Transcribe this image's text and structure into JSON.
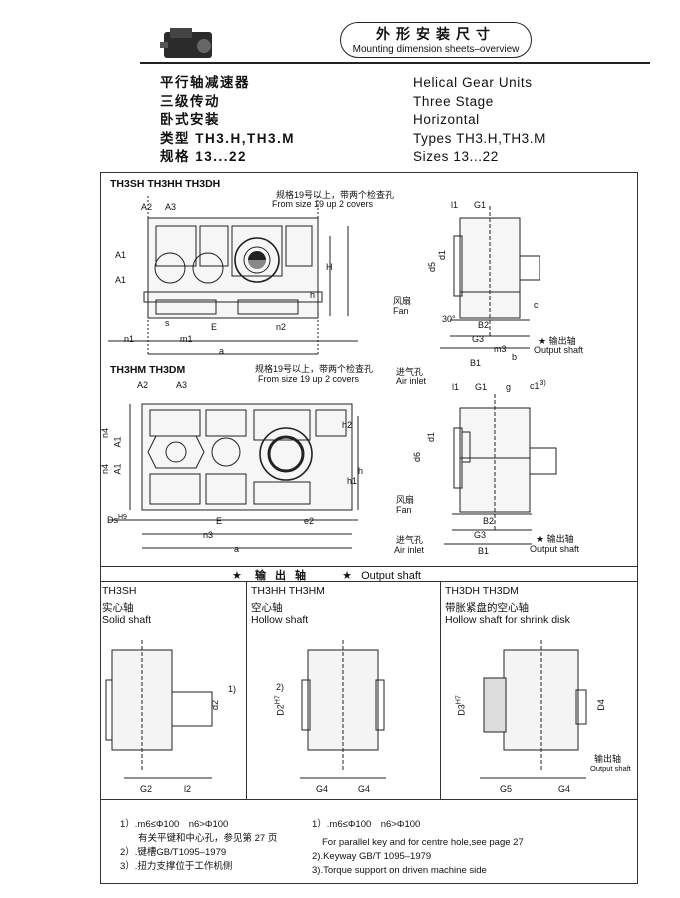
{
  "header": {
    "title_cn": "外形安装尺寸",
    "title_en": "Mounting dimension sheets–overview"
  },
  "spec_cn": [
    "平行轴减速器",
    "三级传动",
    "卧式安装",
    "类型 TH3.H,TH3.M",
    "规格 13...22"
  ],
  "spec_en": [
    "Helical Gear Units",
    "Three Stage",
    "Horizontal",
    "Types TH3.H,TH3.M",
    "Sizes 13...22"
  ],
  "top_section": {
    "title": "TH3SH TH3HH TH3DH",
    "cover_cn": "规格19号以上，带两个检查孔",
    "cover_en": "From size 19 up 2 covers",
    "fan_cn": "风扇",
    "fan_en": "Fan",
    "output_shaft_cn": "输出轴",
    "output_shaft_en": "Output shaft",
    "dims": {
      "a2": "A2",
      "a3": "A3",
      "a1": "A1",
      "a": "a",
      "e": "E",
      "n1": "n1",
      "m1": "m1",
      "n2": "n2",
      "s": "s",
      "h": "h",
      "H": "H",
      "l1": "l1",
      "g1": "G1",
      "d1": "d1",
      "d5": "d5",
      "deg": "30°",
      "b2": "B2",
      "g3": "G3",
      "m3": "m3",
      "b1": "B1",
      "b": "b",
      "c": "c"
    }
  },
  "mid_section": {
    "title": "TH3HM TH3DM",
    "cover_cn": "规格19号以上，带两个检查孔",
    "cover_en": "From size 19 up 2 covers",
    "air_inlet_cn": "进气孔",
    "air_inlet_en": "Air inlet",
    "fan_cn": "风扇",
    "fan_en": "Fan",
    "output_shaft_cn": "输出轴",
    "output_shaft_en": "Output shaft",
    "dims": {
      "a2": "A2",
      "a3": "A3",
      "n4": "n4",
      "a1": "A1",
      "ds": "Ds",
      "h9": "H9",
      "e": "E",
      "e2": "e2",
      "n3": "n3",
      "a": "a",
      "h": "h",
      "h1": "h1",
      "h2": "h2",
      "l1": "l1",
      "g1": "G1",
      "g": "g",
      "c1": "c1",
      "note": "3)",
      "d1": "d1",
      "d6": "d6",
      "b2": "B2",
      "g3": "G3",
      "b1": "B1"
    },
    "air_inlet_top_cn": "进气孔",
    "air_inlet_top_en": "Air inlet"
  },
  "output_banner": {
    "star": "★",
    "cn": "输 出 轴",
    "en": "Output shaft"
  },
  "shafts": [
    {
      "code": "TH3SH",
      "cn": "实心轴",
      "en": "Solid shaft",
      "dim_a": "G2",
      "dim_b": "l2",
      "dim_d": "d2",
      "note": "1)"
    },
    {
      "code": "TH3HH TH3HM",
      "cn": "空心轴",
      "en": "Hollow shaft",
      "dim_a": "G4",
      "dim_b": "G4",
      "dim_d": "D2",
      "tol": "H7",
      "note": "2)"
    },
    {
      "code": "TH3DH TH3DM",
      "cn": "带胀紧盘的空心轴",
      "en": "Hollow shaft for shrink disk",
      "dim_a": "G5",
      "dim_b": "G4",
      "dim_d": "D3",
      "tol": "H7",
      "dim_d4": "D4",
      "out_cn": "输出轴",
      "out_en": "Output shaft"
    }
  ],
  "notes_cn": [
    "1）.m6≤Φ100　n6>Φ100",
    "有关平键和中心孔，参见第 27 页",
    "2）.键槽GB/T1095–1979",
    "3）.扭力支撑位于工作机侧"
  ],
  "notes_en": [
    "1）.m6≤Φ100　n6>Φ100",
    "For parallel key and for centre hole,see page 27",
    "2).Keyway GB/T 1095–1979",
    "3).Torque support on driven machine side"
  ],
  "colors": {
    "line": "#222222",
    "fill": "#f2f2f2",
    "paper": "#ffffff"
  }
}
